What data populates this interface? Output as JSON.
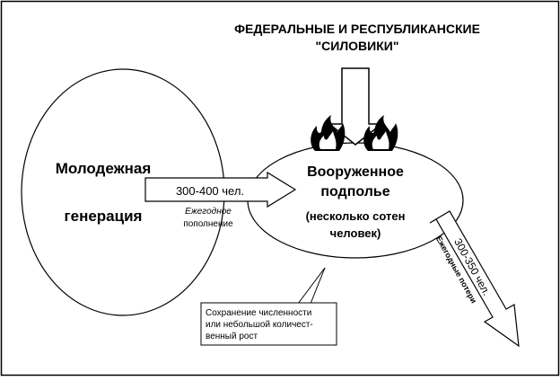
{
  "top_label": {
    "line1": "ФЕДЕРАЛЬНЫЕ И РЕСПУБЛИКАНСКИЕ",
    "line2": "\"СИЛОВИКИ\""
  },
  "left_circle": {
    "line1": "Молодежная",
    "line2": "генерация"
  },
  "inflow_arrow": {
    "value": "300-400 чел.",
    "caption_line1": "Ежегодное",
    "caption_line2": "пополнение"
  },
  "center_oval": {
    "line1": "Вооруженное",
    "line2": "подполье",
    "line3": "(несколько сотен",
    "line4": "человек)"
  },
  "outflow_arrow": {
    "value": "300-350 чел.",
    "caption": "Ежегодные потери"
  },
  "callout": {
    "line1": "Сохранение численности",
    "line2": "или небольшой количест-",
    "line3": "венный рост"
  }
}
